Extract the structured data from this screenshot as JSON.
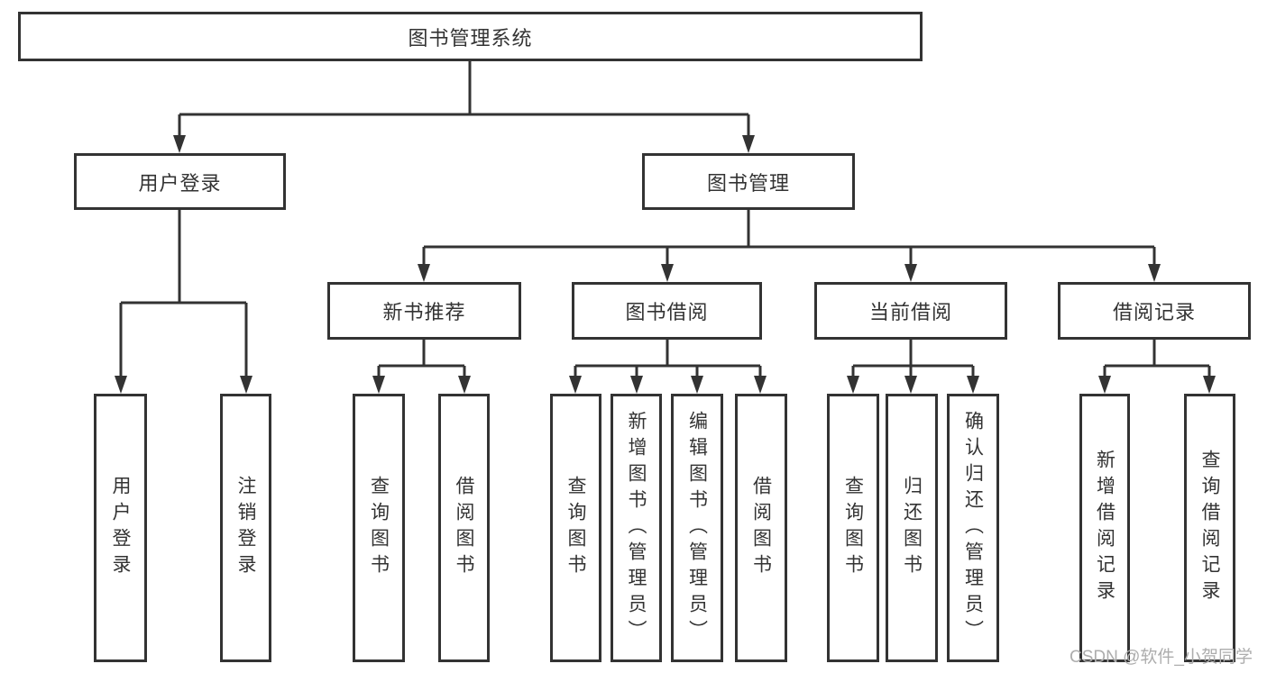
{
  "tree": {
    "root": "图书管理系统",
    "user": {
      "label": "用户登录",
      "children": [
        "用户登录",
        "注销登录"
      ]
    },
    "book": {
      "label": "图书管理",
      "sections": [
        {
          "label": "新书推荐",
          "children": [
            "查询图书",
            "借阅图书"
          ]
        },
        {
          "label": "图书借阅",
          "children": [
            "查询图书",
            "新增图书（管理员）",
            "编辑图书（管理员）",
            "借阅图书"
          ]
        },
        {
          "label": "当前借阅",
          "children": [
            "查询图书",
            "归还图书",
            "确认归还（管理员）"
          ]
        },
        {
          "label": "借阅记录",
          "children": [
            "新增借阅记录",
            "查询借阅记录"
          ]
        }
      ]
    }
  },
  "watermark": "CSDN @软件_小贺同学",
  "colors": {
    "line": "#333333",
    "text": "#333333",
    "watermark": "#adadad",
    "background": "#ffffff"
  }
}
